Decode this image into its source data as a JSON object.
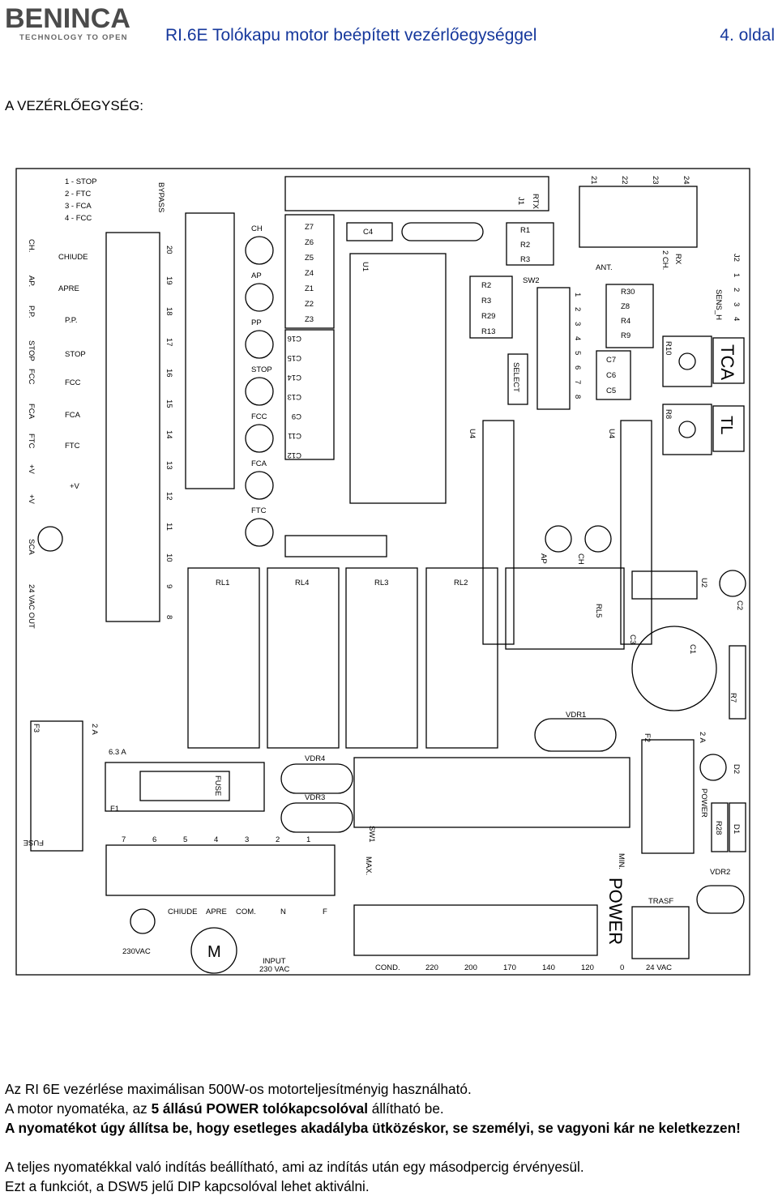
{
  "header": {
    "logo_main": "BENINCA",
    "logo_sub": "TECHNOLOGY TO OPEN",
    "title": "RI.6E Tolókapu motor beépített vezérlőegységgel",
    "page": "4. oldal"
  },
  "section_title": "A VEZÉRLŐEGYSÉG:",
  "diagram": {
    "left_labels": [
      "CH.",
      "AP.",
      "P.P.",
      "STOP",
      "FCC",
      "FCA",
      "FTC",
      "+V",
      "+V",
      "SCA",
      "24 VAC OUT"
    ],
    "dip_labels": [
      "1 - STOP",
      "2 - FTC",
      "3 - FCA",
      "4 - FCC"
    ],
    "bypass": "BYPASS",
    "contact_labels": [
      "CHIUDE",
      "APRE",
      "P.P.",
      "STOP",
      "FCC",
      "FCA",
      "FTC",
      "+V"
    ],
    "terminal_numbers": [
      "20",
      "19",
      "18",
      "17",
      "16",
      "15",
      "14",
      "13",
      "12",
      "11",
      "10",
      "9",
      "8"
    ],
    "led_labels": [
      "CH",
      "AP",
      "PP",
      "STOP",
      "FCC",
      "FCA",
      "FTC"
    ],
    "zener_labels": [
      "Z7",
      "Z6",
      "Z5",
      "Z4",
      "Z1",
      "Z2",
      "Z3"
    ],
    "cap_labels": [
      "C16",
      "C15",
      "C14",
      "C13",
      "C9",
      "C11",
      "C12"
    ],
    "c4": "C4",
    "u1": "U1",
    "j1": "J1",
    "rtx": "RTX",
    "r_right1": [
      "R1",
      "R2",
      "R3"
    ],
    "r_right2": [
      "R2",
      "R3",
      "R29",
      "R13"
    ],
    "sw2": "SW2",
    "select": "SELECT",
    "sw2_numbers": [
      "1",
      "2",
      "3",
      "4",
      "5",
      "6",
      "7",
      "8"
    ],
    "r_right3": [
      "R30",
      "Z8",
      "R4",
      "R9"
    ],
    "c_right": [
      "C7",
      "C6",
      "C5"
    ],
    "top_terminals": [
      "21",
      "22",
      "23",
      "24"
    ],
    "ant": "ANT.",
    "ch2": "2 CH.",
    "rx": "RX",
    "jp": "J2",
    "sens": "SENS_H",
    "jp_numbers": [
      "1",
      "2",
      "3",
      "4"
    ],
    "r10": "R10",
    "r8": "R8",
    "tca": "TCA",
    "tl": "TL",
    "u4a": "U4",
    "u4b": "U4",
    "led_ap": "AP",
    "led_ch": "CH",
    "relays": [
      "RL1",
      "RL4",
      "RL3",
      "RL2"
    ],
    "rl5": "RL5",
    "u2": "U2",
    "c2": "C2",
    "c3": "C3",
    "c1": "C1",
    "r7": "R7",
    "vdr1": "VDR1",
    "vdr4": "VDR4",
    "vdr3": "VDR3",
    "vdr2": "VDR2",
    "f3": "F3",
    "f3_rating": "2 A",
    "fuse": "FUSE",
    "f1_rating": "6.3 A",
    "f1": "F1",
    "f2": "F2",
    "f2_rating": "2 A",
    "d2": "D2",
    "power_small": "POWER",
    "r28": "R28",
    "d1": "D1",
    "sw1": "SW1",
    "max": "MAX.",
    "min": "MIN.",
    "power": "POWER",
    "trasf": "TRASF",
    "bottom_terminals": [
      "7",
      "6",
      "5",
      "4",
      "3",
      "2",
      "1"
    ],
    "bottom_labels": [
      "CHIUDE",
      "APRE",
      "COM.",
      "N",
      "F"
    ],
    "lamp_230": "230VAC",
    "motor": "M",
    "input": "INPUT",
    "input_v": "230 VAC",
    "cond": "COND.",
    "voltages": [
      "220",
      "200",
      "170",
      "140",
      "120",
      "0"
    ],
    "vac24": "24 VAC"
  },
  "paragraphs": [
    "Az RI 6E vezérlése maximálisan 500W-os motorteljesítményig használható.",
    "A motor nyomatéka, az 5 állású POWER tolókapcsolóval állítható be.",
    "A nyomatékot úgy állítsa be, hogy esetleges akadályba ütközéskor, se személyi, se vagyoni kár ne keletkezzen!",
    "A teljes nyomatékkal való indítás beállítható, ami az indítás után egy másodpercig érvényesül.",
    "Ezt a funkciót, a DSW5 jelű DIP kapcsolóval lehet aktiválni."
  ],
  "p2_parts": {
    "pre": "A motor nyomatéka, az ",
    "bold": "5 állású POWER tolókapcsolóval",
    "post": " állítható be."
  }
}
